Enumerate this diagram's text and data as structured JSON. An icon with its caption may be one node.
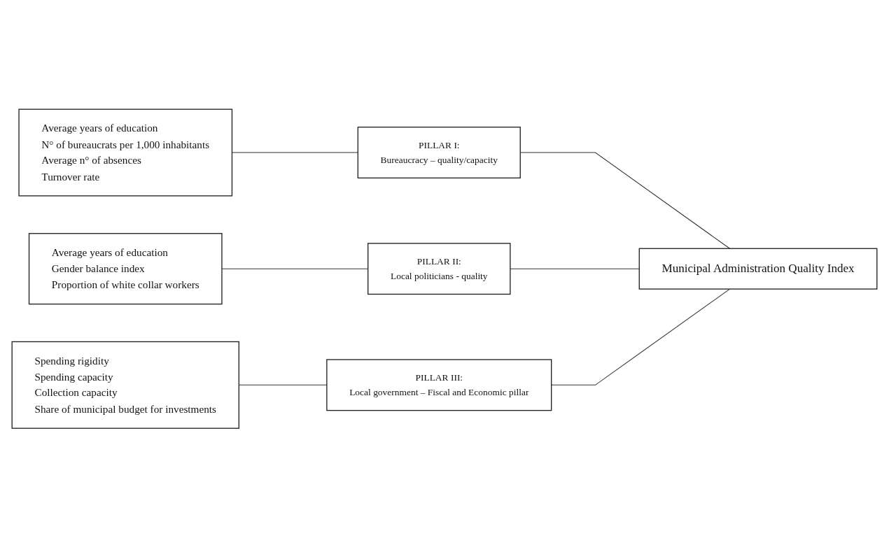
{
  "diagram": {
    "nodes": [
      {
        "text": [
          "Average years of education",
          "N° of bureaucrats per 1,000 inhabitants",
          "Average n° of absences",
          "Turnover rate"
        ]
      },
      {
        "text": [
          "PILLAR I:",
          "Bureaucracy – quality/capacity"
        ]
      },
      {
        "text": [
          "Average years of education",
          "Gender balance index",
          "Proportion of white collar workers"
        ]
      },
      {
        "text": [
          "PILLAR II:",
          "Local politicians - quality"
        ]
      },
      {
        "text": [
          "Spending rigidity",
          "Spending capacity",
          "Collection capacity",
          "Share of municipal budget for investments"
        ]
      },
      {
        "text": [
          "PILLAR III:",
          "Local government – Fiscal and Economic pillar"
        ]
      },
      {
        "text": [
          "Municipal Administration Quality Index"
        ]
      }
    ],
    "edges": [
      {
        "from": 0,
        "to": 1,
        "arrow": "none"
      },
      {
        "from": 2,
        "to": 3,
        "arrow": "none"
      },
      {
        "from": 4,
        "to": 5,
        "arrow": "none"
      },
      {
        "from": 1,
        "to": 6,
        "arrow": "none"
      },
      {
        "from": 3,
        "to": 6,
        "arrow": "none"
      },
      {
        "from": 5,
        "to": 6,
        "arrow": "none"
      }
    ]
  }
}
